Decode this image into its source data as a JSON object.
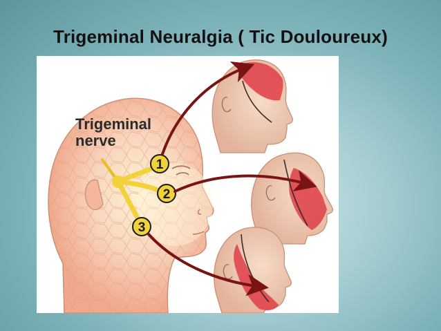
{
  "slide": {
    "title": "Trigeminal Neuralgia ( Tic Douloureux)"
  },
  "diagram": {
    "label_line1": "Trigeminal",
    "label_line2": "nerve",
    "branches": [
      {
        "number": "1",
        "region": "forehead"
      },
      {
        "number": "2",
        "region": "cheek"
      },
      {
        "number": "3",
        "region": "jaw"
      }
    ]
  },
  "colors": {
    "skin": "#f6c5a9",
    "skin_light": "#fbe7d4",
    "nerve": "#f2d23a",
    "pain_region": "#e0464c",
    "arrow": "#7a1414"
  }
}
